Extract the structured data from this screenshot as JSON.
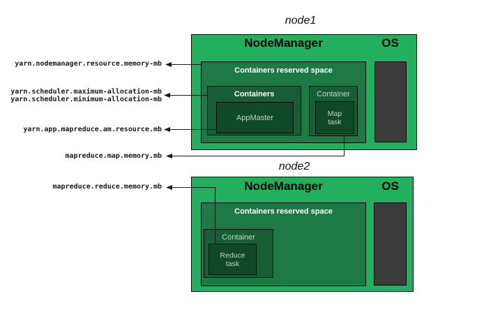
{
  "colors": {
    "node_green": "#22B05E",
    "reserved_green": "#1E7A45",
    "container_green": "#175E36",
    "task_green": "#0F4929",
    "os_gray": "#3B3B3B",
    "inner_label_text": "#C4D4C8",
    "reserved_label_text": "#FFFFFF",
    "title_text": "#111111",
    "wire_color": "#1A1A1A"
  },
  "config_labels": {
    "nm_memory": "yarn.nodemanager.resource.memory-mb",
    "scheduler_alloc": "yarn.scheduler.maximum-allocation-mb\nyarn.scheduler.minimum-allocation-mb",
    "am_resource": "yarn.app.mapreduce.am.resource.mb",
    "map_memory": "mapreduce.map.memory.mb",
    "reduce_memory": "mapreduce.reduce.memory.mb"
  },
  "node1": {
    "title": "node1",
    "nodemanager_label": "NodeManager",
    "os_label": "OS",
    "reserved_label": "Containers reserved space",
    "containers_label": "Containers",
    "appmaster_label": "AppMaster",
    "container_label": "Container",
    "map_task_label": "Map\ntask"
  },
  "node2": {
    "title": "node2",
    "nodemanager_label": "NodeManager",
    "os_label": "OS",
    "reserved_label": "Containers reserved space",
    "container_label": "Container",
    "reduce_task_label": "Reduce\ntask"
  }
}
